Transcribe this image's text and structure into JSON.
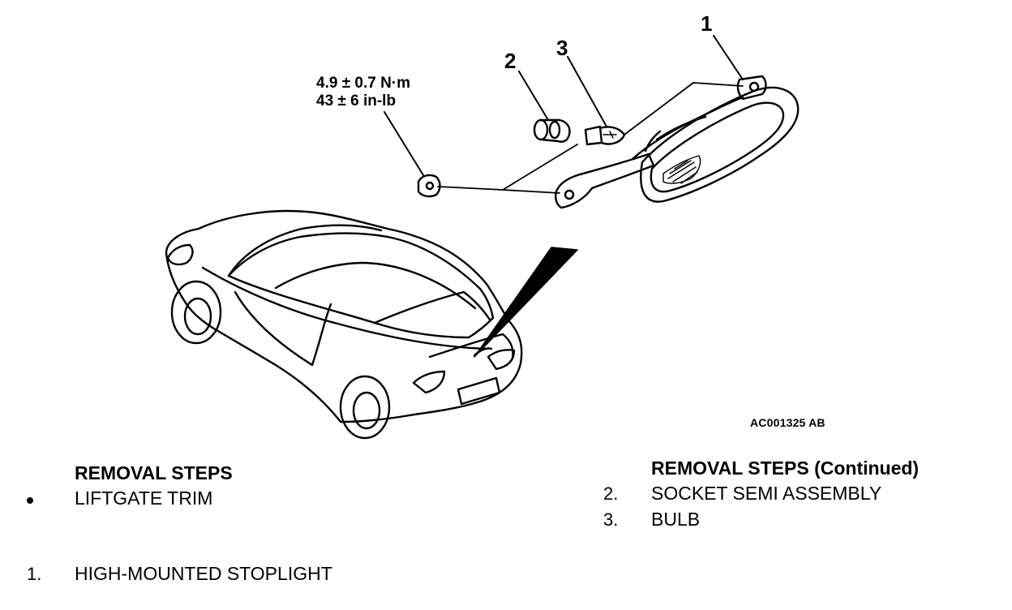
{
  "diagram": {
    "callouts": [
      "1",
      "2",
      "3"
    ],
    "torque": {
      "metric": "4.9 ± 0.7 N·m",
      "imperial": "43 ± 6 in-lb"
    },
    "figure_id": "AC001325 AB"
  },
  "steps_left": {
    "heading": "REMOVAL STEPS",
    "items": [
      {
        "marker": "•",
        "label": "LIFTGATE TRIM"
      },
      {
        "marker": "1.",
        "label": "HIGH-MOUNTED STOPLIGHT"
      }
    ]
  },
  "steps_right": {
    "heading": "REMOVAL STEPS (Continued)",
    "items": [
      {
        "marker": "2.",
        "label": "SOCKET SEMI ASSEMBLY"
      },
      {
        "marker": "3.",
        "label": "BULB"
      }
    ]
  }
}
